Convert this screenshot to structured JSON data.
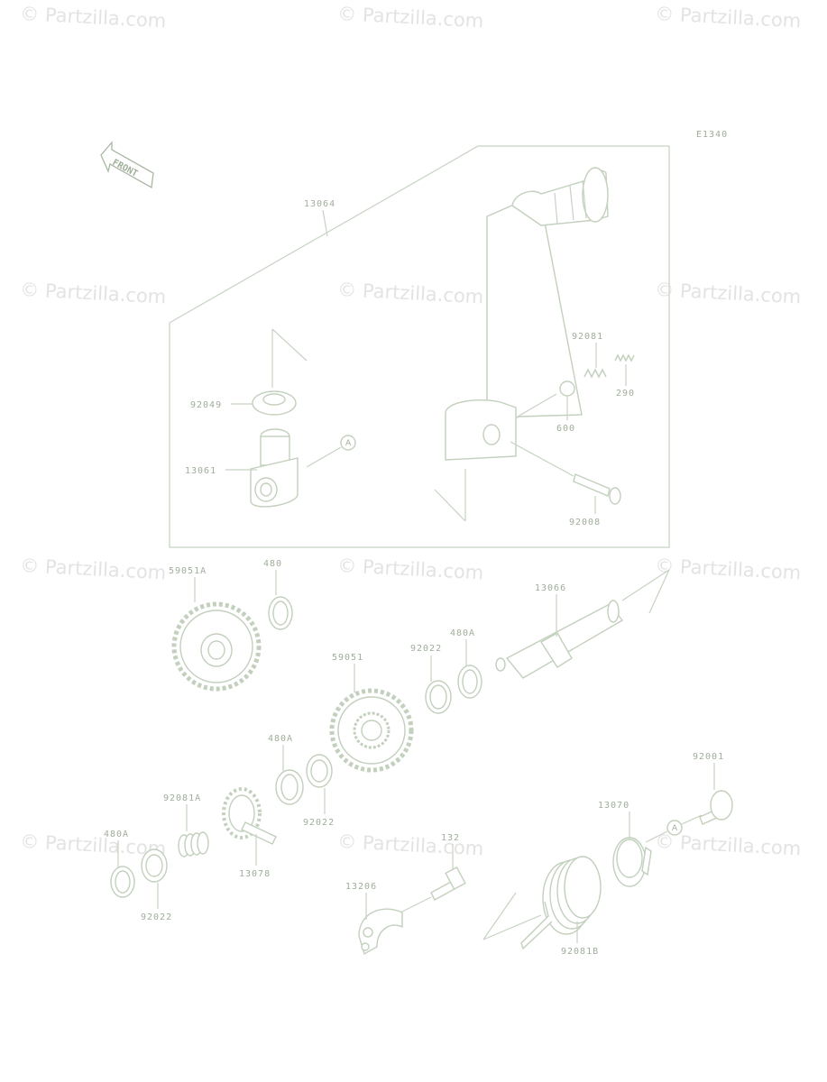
{
  "watermark": "© Partzilla.com",
  "diagram_code": "E1340",
  "front_label": "FRONT",
  "reference_marker": "A",
  "labels": {
    "p13064": "13064",
    "p92049": "92049",
    "p13061": "13061",
    "p92081_top": "92081",
    "p290": "290",
    "p600": "600",
    "p92008": "92008",
    "p59051A": "59051A",
    "p480": "480",
    "p13066": "13066",
    "p59051": "59051",
    "p92022_a": "92022",
    "p480A_a": "480A",
    "p480A_b": "480A",
    "p92022_b": "92022",
    "p92081A": "92081A",
    "p13078": "13078",
    "p480A_c": "480A",
    "p92022_c": "92022",
    "p132": "132",
    "p13206": "13206",
    "p13070": "13070",
    "p92001": "92001",
    "p92081B": "92081B"
  }
}
